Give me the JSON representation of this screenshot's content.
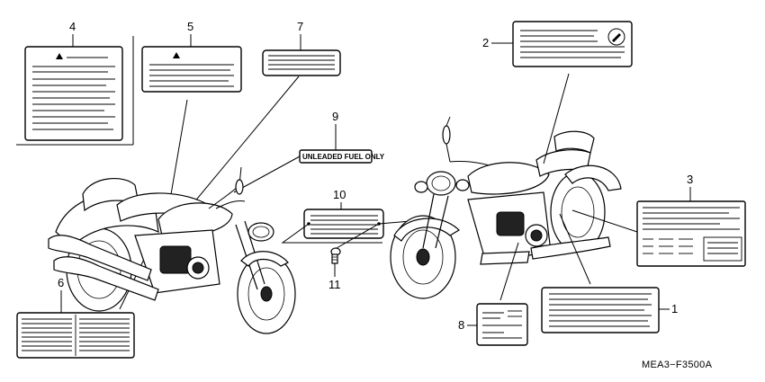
{
  "diagram": {
    "code": "MEA3−F3500A",
    "callouts": {
      "c1": "1",
      "c2": "2",
      "c3": "3",
      "c4": "4",
      "c5": "5",
      "c6": "6",
      "c7": "7",
      "c8": "8",
      "c9": "9",
      "c10": "10",
      "c11": "11"
    },
    "fuel_label_text": "UNLEADED FUEL ONLY"
  },
  "colors": {
    "ink": "#000000",
    "paper": "#ffffff"
  }
}
